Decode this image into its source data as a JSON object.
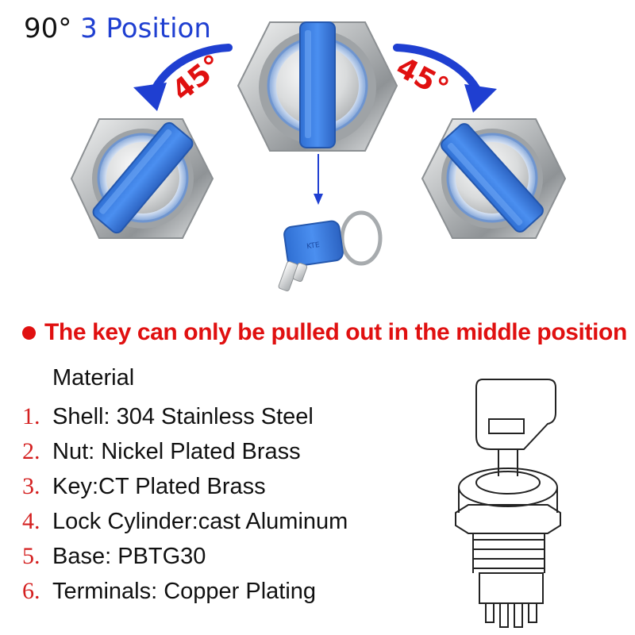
{
  "header": {
    "angle_label": "90°",
    "position_label": "3 Position"
  },
  "rotation": {
    "left_label": "45°",
    "right_label": "45°"
  },
  "key": {
    "tag_text": "KTE"
  },
  "notice": {
    "text": "The key can only be pulled out in the middle position"
  },
  "materials": {
    "title": "Material",
    "items": [
      {
        "num": "1.",
        "text": "Shell: 304 Stainless Steel"
      },
      {
        "num": "2.",
        "text": "Nut: Nickel Plated Brass"
      },
      {
        "num": "3.",
        "text": "Key:CT Plated Brass"
      },
      {
        "num": "4.",
        "text": "Lock Cylinder:cast Aluminum"
      },
      {
        "num": "5.",
        "text": "Base: PBTG30"
      },
      {
        "num": "6.",
        "text": "Terminals: Copper Plating"
      }
    ]
  },
  "colors": {
    "accent_blue": "#1f3fd1",
    "accent_red": "#e01010",
    "switch_key_blue": "#3b7fe0",
    "metal": "#b9bcbe"
  },
  "icons": {
    "left_switch": "key-switch-rotated-left-icon",
    "center_switch": "key-switch-center-icon",
    "right_switch": "key-switch-rotated-right-icon",
    "key": "blue-key-icon",
    "diagram": "key-switch-line-drawing-icon"
  }
}
